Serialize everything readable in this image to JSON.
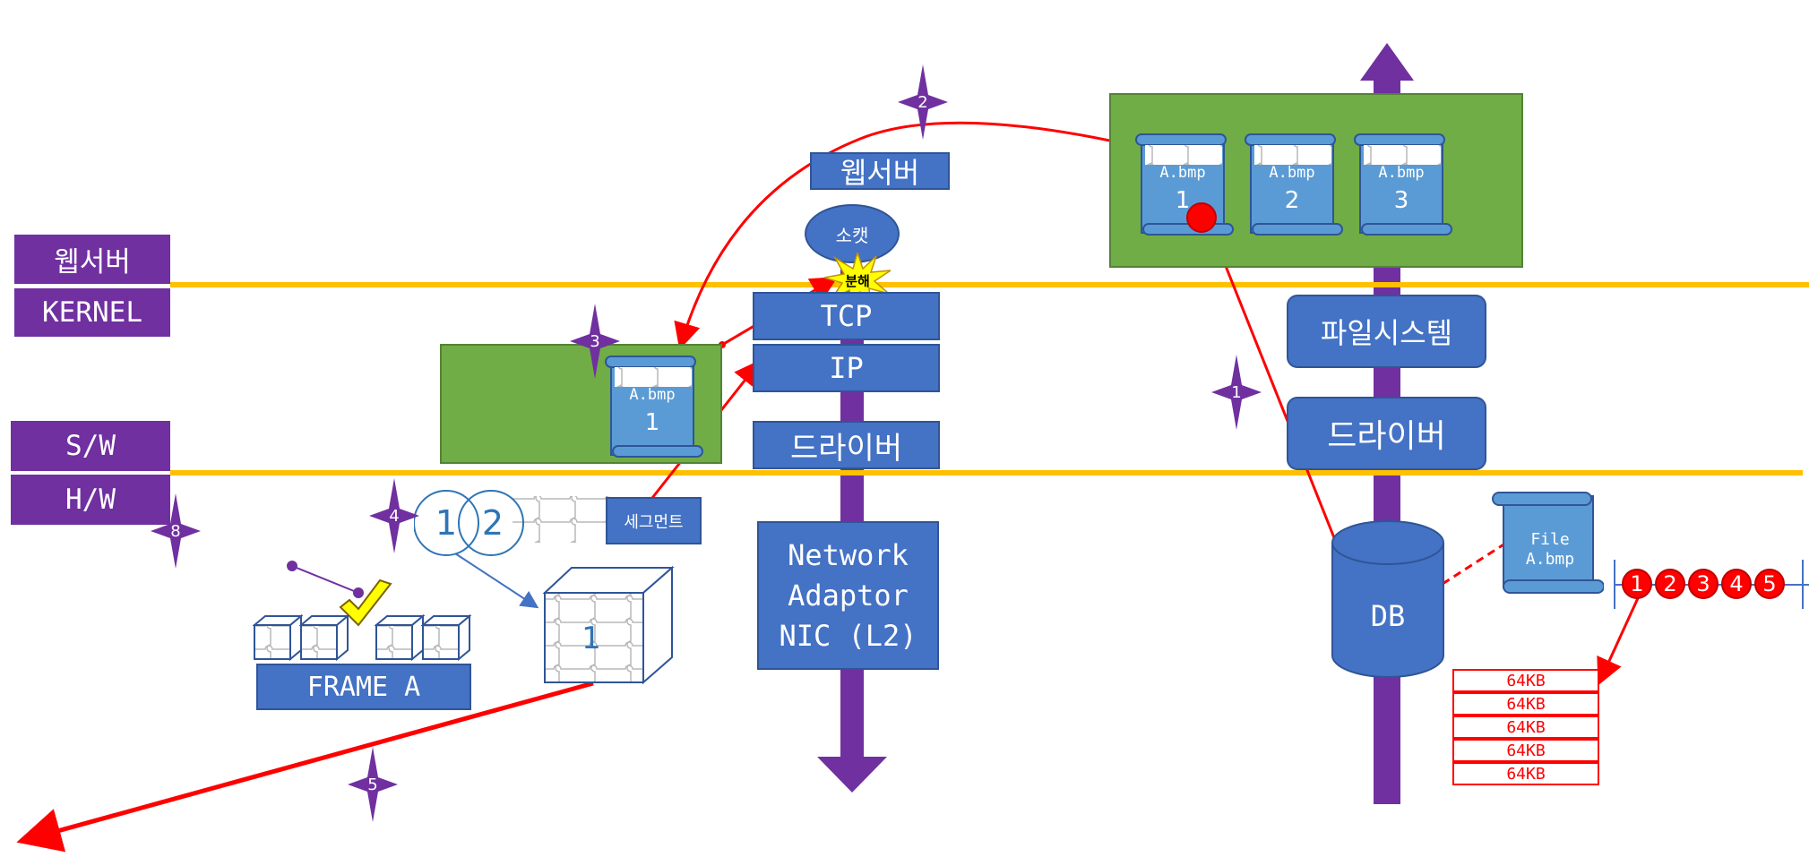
{
  "layers": {
    "web_server": "웹서버",
    "kernel": "KERNEL",
    "sw": "S/W",
    "hw": "H/W"
  },
  "stack": {
    "web_server": "웹서버",
    "socket": "소캣",
    "split_burst": "분해",
    "tcp": "TCP",
    "ip": "IP",
    "driver": "드라이버",
    "nic_line1": "Network",
    "nic_line2": "Adaptor",
    "nic_line3": "NIC (L2)"
  },
  "storage": {
    "filesystem": "파일시스템",
    "driver": "드라이버",
    "db": "DB",
    "file_line1": "File",
    "file_line2": "A.bmp"
  },
  "chunks": [
    {
      "name": "A.bmp",
      "num": "1"
    },
    {
      "name": "A.bmp",
      "num": "2"
    },
    {
      "name": "A.bmp",
      "num": "3"
    }
  ],
  "buffer_chunk": {
    "name": "A.bmp",
    "num": "1"
  },
  "segment_label": "세그먼트",
  "segment_circles": [
    "1",
    "2"
  ],
  "packet_num": "1",
  "frame_label": "FRAME A",
  "numbered_dots": [
    "1",
    "2",
    "3",
    "4",
    "5"
  ],
  "blocks": [
    "64KB",
    "64KB",
    "64KB",
    "64KB",
    "64KB"
  ],
  "steps": [
    "1",
    "2",
    "3",
    "4",
    "5",
    "8"
  ],
  "colors": {
    "purple": "#7030a0",
    "blue": "#4472c4",
    "light_blue": "#5b9bd5",
    "green": "#70ad47",
    "orange_line": "#ffc000",
    "red": "#ff0000",
    "yellow": "#ffff00"
  }
}
